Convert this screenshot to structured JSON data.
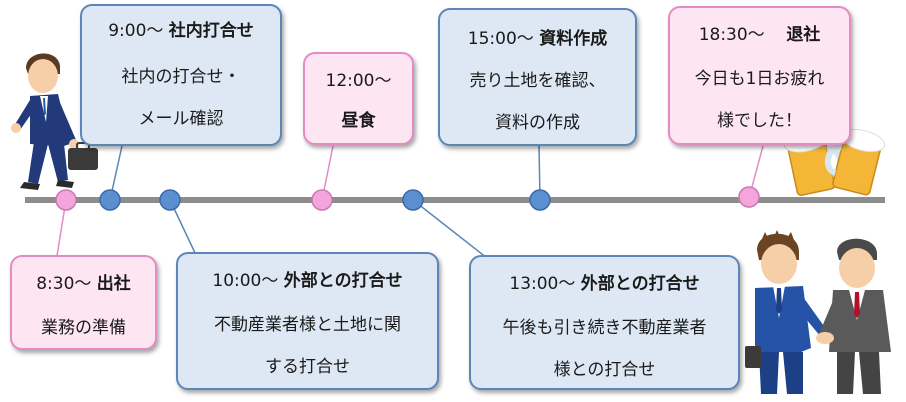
{
  "events": [
    {
      "id": "e0830",
      "time": "8:30～",
      "title": "出社",
      "body": [
        "業務の準備"
      ]
    },
    {
      "id": "e0900",
      "time": "9:00～",
      "title": "社内打合せ",
      "body": [
        "社内の打合せ・",
        "メール確認"
      ]
    },
    {
      "id": "e1000",
      "time": "10:00～",
      "title": "外部との打合せ",
      "body": [
        "不動産業者様と土地に関",
        "する打合せ"
      ]
    },
    {
      "id": "e1200",
      "time": "12:00～",
      "title": "昼食",
      "body": []
    },
    {
      "id": "e1300",
      "time": "13:00～",
      "title": "外部との打合せ",
      "body": [
        "午後も引き続き不動産業者",
        "様との打合せ"
      ]
    },
    {
      "id": "e1500",
      "time": "15:00～",
      "title": "資料作成",
      "body": [
        "売り土地を確認、",
        "資料の作成"
      ]
    },
    {
      "id": "e1830",
      "time": "18:30～",
      "title": "退社",
      "body": [
        "今日も1日お疲れ",
        "様でした！"
      ]
    }
  ],
  "colors": {
    "blue_fill": "#dde8f4",
    "blue_border": "#5b86b8",
    "blue_dot": "#5b8fd0",
    "pink_fill": "#fde6f2",
    "pink_border": "#e58bc4",
    "pink_dot": "#f4a6dc",
    "timeline": "#8c8c8c"
  },
  "icons": [
    "walking-businessman-icon",
    "beer-toast-icon",
    "handshake-icon"
  ]
}
